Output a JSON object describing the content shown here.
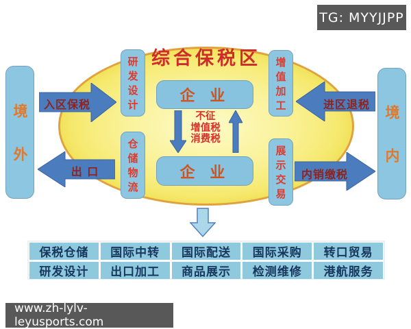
{
  "badge": {
    "text": "TG: MYYJJPP"
  },
  "watermark": {
    "url": "www.zh-lylv-leyusports.com"
  },
  "diagram": {
    "title": "综合保税区",
    "regions": {
      "left": "境外",
      "right": "境内"
    },
    "enterprise": {
      "top": "企 业",
      "bottom": "企 业"
    },
    "functions": {
      "top_left": "研发设计",
      "bottom_left": "仓储物流",
      "top_right": "增值加工",
      "bottom_right": "展示交易"
    },
    "flows": {
      "enter_left": "入区保税",
      "export_left": "出 口",
      "enter_right": "进区退税",
      "domestic_right": "内销缴税"
    },
    "tax_note": "不征\n增值税\n消费税"
  },
  "table": {
    "rows": [
      [
        "保税仓储",
        "国际中转",
        "国际配送",
        "国际采购",
        "转口贸易"
      ],
      [
        "研发设计",
        "出口加工",
        "商品展示",
        "检测维修",
        "港航服务"
      ]
    ]
  },
  "colors": {
    "arrow_blue": "#4A7CBE",
    "box_blue": "#8CC6E0",
    "ellipse_yellow": "#F6EA72",
    "ellipse_border": "#DFA23F",
    "title_red": "#CE2B2B",
    "label_dark_red": "#8E241E",
    "table_text_navy": "#17375E",
    "badge_gray": "#585858"
  }
}
